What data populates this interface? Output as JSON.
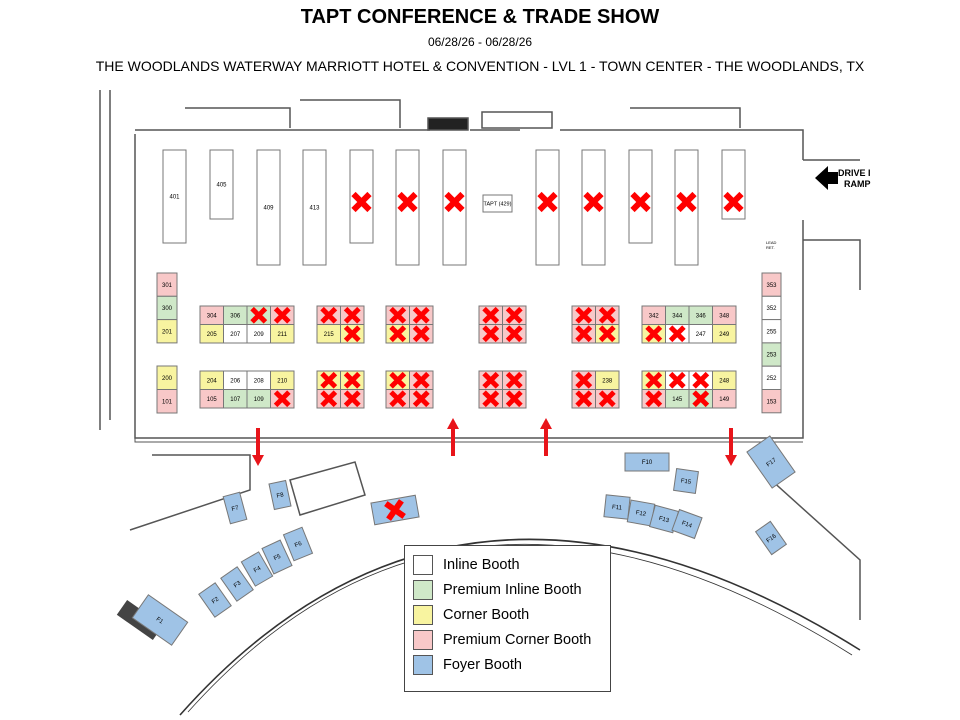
{
  "header": {
    "title": "TAPT CONFERENCE & TRADE SHOW",
    "dates": "06/28/26 - 06/28/26",
    "venue": "THE WOODLANDS WATERWAY MARRIOTT HOTEL & CONVENTION - LVL 1 - TOWN CENTER - THE WOODLANDS, TX"
  },
  "colors": {
    "inline": "#ffffff",
    "premium_inline": "#cfe8c8",
    "corner": "#f8f4a0",
    "premium_corner": "#f8c8c8",
    "foyer": "#9fc3e6",
    "sold_mark": "#ff0000",
    "arrow": "#e8141a"
  },
  "labels": {
    "drive_line1": "DRIVE I",
    "drive_line2": "RAMP",
    "lead_ret_line1": "LEAD",
    "lead_ret_line2": "RET."
  },
  "hall_400": [
    {
      "label": "401",
      "sold": false
    },
    {
      "label": "405",
      "sold": false
    },
    {
      "label": "409",
      "sold": false
    },
    {
      "label": "413",
      "sold": false
    },
    {
      "label": "",
      "sold": true
    },
    {
      "label": "",
      "sold": true
    },
    {
      "label": "",
      "sold": true
    },
    {
      "label": "",
      "sold": true
    },
    {
      "label": "",
      "sold": true
    },
    {
      "label": "",
      "sold": true
    },
    {
      "label": "",
      "sold": true
    },
    {
      "label": "",
      "sold": true
    }
  ],
  "tapt_booth": "TAPT (429)",
  "left_column_top": [
    {
      "label": "301",
      "type": "premium_corner",
      "sold": false
    },
    {
      "label": "300",
      "type": "premium_inline",
      "sold": false
    },
    {
      "label": "201",
      "type": "corner",
      "sold": false
    }
  ],
  "left_column_bottom": [
    {
      "label": "200",
      "type": "corner",
      "sold": false
    },
    {
      "label": "101",
      "type": "premium_corner",
      "sold": false
    }
  ],
  "right_column": [
    {
      "label": "353",
      "type": "premium_corner",
      "sold": false
    },
    {
      "label": "352",
      "type": "inline",
      "sold": false
    },
    {
      "label": "255",
      "type": "inline",
      "sold": false
    },
    {
      "label": "253",
      "type": "premium_inline",
      "sold": false
    },
    {
      "label": "252",
      "type": "inline",
      "sold": false
    },
    {
      "label": "153",
      "type": "premium_corner",
      "sold": false
    }
  ],
  "blocks": [
    {
      "rows": [
        [
          {
            "label": "304",
            "type": "premium_corner",
            "sold": false
          },
          {
            "label": "306",
            "type": "premium_inline",
            "sold": false
          },
          {
            "label": "",
            "type": "premium_inline",
            "sold": true
          },
          {
            "label": "",
            "type": "premium_corner",
            "sold": true
          }
        ],
        [
          {
            "label": "205",
            "type": "corner",
            "sold": false
          },
          {
            "label": "207",
            "type": "inline",
            "sold": false
          },
          {
            "label": "209",
            "type": "inline",
            "sold": false
          },
          {
            "label": "211",
            "type": "corner",
            "sold": false
          }
        ]
      ]
    },
    {
      "rows": [
        [
          {
            "label": "204",
            "type": "corner",
            "sold": false
          },
          {
            "label": "206",
            "type": "inline",
            "sold": false
          },
          {
            "label": "208",
            "type": "inline",
            "sold": false
          },
          {
            "label": "210",
            "type": "corner",
            "sold": false
          }
        ],
        [
          {
            "label": "105",
            "type": "premium_corner",
            "sold": false
          },
          {
            "label": "107",
            "type": "premium_inline",
            "sold": false
          },
          {
            "label": "109",
            "type": "premium_inline",
            "sold": false
          },
          {
            "label": "",
            "type": "premium_corner",
            "sold": true
          }
        ]
      ]
    },
    {
      "rows": [
        [
          {
            "label": "",
            "type": "premium_corner",
            "sold": true
          },
          {
            "label": "",
            "type": "premium_corner",
            "sold": true
          }
        ],
        [
          {
            "label": "215",
            "type": "corner",
            "sold": false
          },
          {
            "label": "",
            "type": "corner",
            "sold": true
          }
        ]
      ]
    },
    {
      "rows": [
        [
          {
            "label": "",
            "type": "corner",
            "sold": true
          },
          {
            "label": "",
            "type": "corner",
            "sold": true
          }
        ],
        [
          {
            "label": "",
            "type": "premium_corner",
            "sold": true
          },
          {
            "label": "",
            "type": "premium_corner",
            "sold": true
          }
        ]
      ]
    },
    {
      "rows": [
        [
          {
            "label": "",
            "type": "premium_corner",
            "sold": true
          },
          {
            "label": "",
            "type": "premium_corner",
            "sold": true
          }
        ],
        [
          {
            "label": "",
            "type": "corner",
            "sold": true
          },
          {
            "label": "",
            "type": "premium_corner",
            "sold": true
          }
        ]
      ]
    },
    {
      "rows": [
        [
          {
            "label": "",
            "type": "corner",
            "sold": true
          },
          {
            "label": "",
            "type": "premium_corner",
            "sold": true
          }
        ],
        [
          {
            "label": "",
            "type": "premium_corner",
            "sold": true
          },
          {
            "label": "",
            "type": "premium_corner",
            "sold": true
          }
        ]
      ]
    },
    {
      "rows": [
        [
          {
            "label": "",
            "type": "premium_corner",
            "sold": true
          },
          {
            "label": "",
            "type": "premium_corner",
            "sold": true
          }
        ],
        [
          {
            "label": "",
            "type": "premium_corner",
            "sold": true
          },
          {
            "label": "",
            "type": "premium_corner",
            "sold": true
          }
        ]
      ]
    },
    {
      "rows": [
        [
          {
            "label": "",
            "type": "premium_corner",
            "sold": true
          },
          {
            "label": "",
            "type": "premium_corner",
            "sold": true
          }
        ],
        [
          {
            "label": "",
            "type": "premium_corner",
            "sold": true
          },
          {
            "label": "",
            "type": "premium_corner",
            "sold": true
          }
        ]
      ]
    },
    {
      "rows": [
        [
          {
            "label": "",
            "type": "premium_corner",
            "sold": true
          },
          {
            "label": "",
            "type": "premium_corner",
            "sold": true
          }
        ],
        [
          {
            "label": "",
            "type": "premium_corner",
            "sold": true
          },
          {
            "label": "",
            "type": "corner",
            "sold": true
          }
        ]
      ]
    },
    {
      "rows": [
        [
          {
            "label": "",
            "type": "premium_corner",
            "sold": true
          },
          {
            "label": "238",
            "type": "corner",
            "sold": false
          }
        ],
        [
          {
            "label": "",
            "type": "premium_corner",
            "sold": true
          },
          {
            "label": "",
            "type": "premium_corner",
            "sold": true
          }
        ]
      ]
    },
    {
      "rows": [
        [
          {
            "label": "342",
            "type": "premium_corner",
            "sold": false
          },
          {
            "label": "344",
            "type": "premium_inline",
            "sold": false
          },
          {
            "label": "346",
            "type": "premium_inline",
            "sold": false
          },
          {
            "label": "348",
            "type": "premium_corner",
            "sold": false
          }
        ],
        [
          {
            "label": "",
            "type": "corner",
            "sold": true
          },
          {
            "label": "",
            "type": "inline",
            "sold": true
          },
          {
            "label": "247",
            "type": "inline",
            "sold": false
          },
          {
            "label": "249",
            "type": "corner",
            "sold": false
          }
        ]
      ]
    },
    {
      "rows": [
        [
          {
            "label": "",
            "type": "corner",
            "sold": true
          },
          {
            "label": "",
            "type": "inline",
            "sold": true
          },
          {
            "label": "",
            "type": "inline",
            "sold": true
          },
          {
            "label": "248",
            "type": "corner",
            "sold": false
          }
        ],
        [
          {
            "label": "",
            "type": "premium_corner",
            "sold": true
          },
          {
            "label": "145",
            "type": "premium_inline",
            "sold": false
          },
          {
            "label": "",
            "type": "premium_inline",
            "sold": true
          },
          {
            "label": "149",
            "type": "premium_corner",
            "sold": false
          }
        ]
      ]
    }
  ],
  "foyer": [
    {
      "label": "F1",
      "sold": false
    },
    {
      "label": "F2",
      "sold": false
    },
    {
      "label": "F3",
      "sold": false
    },
    {
      "label": "F4",
      "sold": false
    },
    {
      "label": "F5",
      "sold": false
    },
    {
      "label": "F6",
      "sold": false
    },
    {
      "label": "F7",
      "sold": false
    },
    {
      "label": "F8",
      "sold": false
    },
    {
      "label": "",
      "sold": true
    },
    {
      "label": "F10",
      "sold": false
    },
    {
      "label": "F11",
      "sold": false
    },
    {
      "label": "F12",
      "sold": false
    },
    {
      "label": "F13",
      "sold": false
    },
    {
      "label": "F14",
      "sold": false
    },
    {
      "label": "F15",
      "sold": false
    },
    {
      "label": "F16",
      "sold": false
    },
    {
      "label": "F17",
      "sold": false
    }
  ],
  "legend": [
    {
      "label": "Inline Booth",
      "type": "inline"
    },
    {
      "label": "Premium Inline Booth",
      "type": "premium_inline"
    },
    {
      "label": "Corner Booth",
      "type": "corner"
    },
    {
      "label": "Premium Corner Booth",
      "type": "premium_corner"
    },
    {
      "label": "Foyer Booth",
      "type": "foyer"
    }
  ]
}
